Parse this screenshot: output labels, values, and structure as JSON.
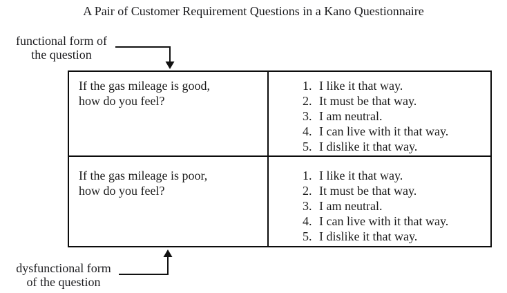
{
  "title": "A Pair of Customer Requirement Questions in a Kano Questionnaire",
  "annotations": {
    "functional": {
      "line1": "functional form of",
      "line2": "the question"
    },
    "dysfunctional": {
      "line1": "dysfunctional form",
      "line2": "of the question"
    }
  },
  "table": {
    "rows": [
      {
        "question_line1": "If the gas mileage is good,",
        "question_line2": "how do you feel?",
        "answers": [
          {
            "num": "1.",
            "text": "I like it that way."
          },
          {
            "num": "2.",
            "text": "It must be that way."
          },
          {
            "num": "3.",
            "text": "I am neutral."
          },
          {
            "num": "4.",
            "text": "I can live with it that way."
          },
          {
            "num": "5.",
            "text": "I dislike it that way."
          }
        ]
      },
      {
        "question_line1": "If the gas mileage is poor,",
        "question_line2": "how do you feel?",
        "answers": [
          {
            "num": "1.",
            "text": "I like it that way."
          },
          {
            "num": "2.",
            "text": "It must be that way."
          },
          {
            "num": "3.",
            "text": "I am neutral."
          },
          {
            "num": "4.",
            "text": "I can live with it that way."
          },
          {
            "num": "5.",
            "text": "I dislike it that way."
          }
        ]
      }
    ]
  },
  "colors": {
    "text": "#1b1b1e",
    "border": "#0c0c0c",
    "background": "#ffffff"
  }
}
